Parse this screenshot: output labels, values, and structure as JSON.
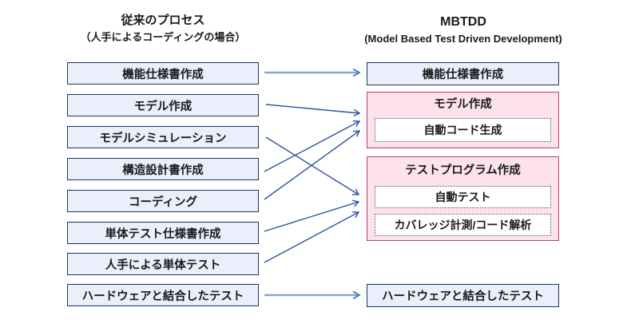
{
  "left_column": {
    "title": "従来のプロセス",
    "subtitle": "（人手によるコーディングの場合）",
    "steps": [
      "機能仕様書作成",
      "モデル作成",
      "モデルシミュレーション",
      "構造設計書作成",
      "コーディング",
      "単体テスト仕様書作成",
      "人手による単体テスト",
      "ハードウェアと結合したテスト"
    ]
  },
  "right_column": {
    "title": "MBTDD",
    "subtitle": "(Model Based Test Driven Development)",
    "box1": {
      "label": "機能仕様書作成"
    },
    "box2": {
      "label": "モデル作成",
      "items": [
        "自動コード生成"
      ]
    },
    "box3": {
      "label": "テストプログラム作成",
      "items": [
        "自動テスト",
        "カバレッジ計測/コード解析"
      ]
    },
    "box4": {
      "label": "ハードウェアと結合したテスト"
    }
  },
  "arrows": [
    {
      "from": "機能仕様書作成",
      "to": "機能仕様書作成"
    },
    {
      "from": "モデル作成",
      "to": "モデル作成"
    },
    {
      "from": "モデルシミュレーション",
      "to": "テストプログラム作成"
    },
    {
      "from": "構造設計書作成",
      "to": "モデル作成"
    },
    {
      "from": "コーディング",
      "to": "モデル作成"
    },
    {
      "from": "単体テスト仕様書作成",
      "to": "テストプログラム作成"
    },
    {
      "from": "人手による単体テスト",
      "to": "テストプログラム作成"
    },
    {
      "from": "ハードウェアと結合したテスト",
      "to": "ハードウェアと結合したテスト"
    }
  ],
  "colors": {
    "blue_box_border": "#17375e",
    "blue_box_fill": "#eaeffb",
    "pink_box_border": "#c23b72",
    "pink_box_fill": "#fbe2ed",
    "dotted_box_border": "#4d4d4d",
    "arrow_diagonal": "#2c55a0",
    "arrow_horizontal_shaft": "#8ba3cf",
    "arrow_horizontal_head": "#4472c4"
  }
}
